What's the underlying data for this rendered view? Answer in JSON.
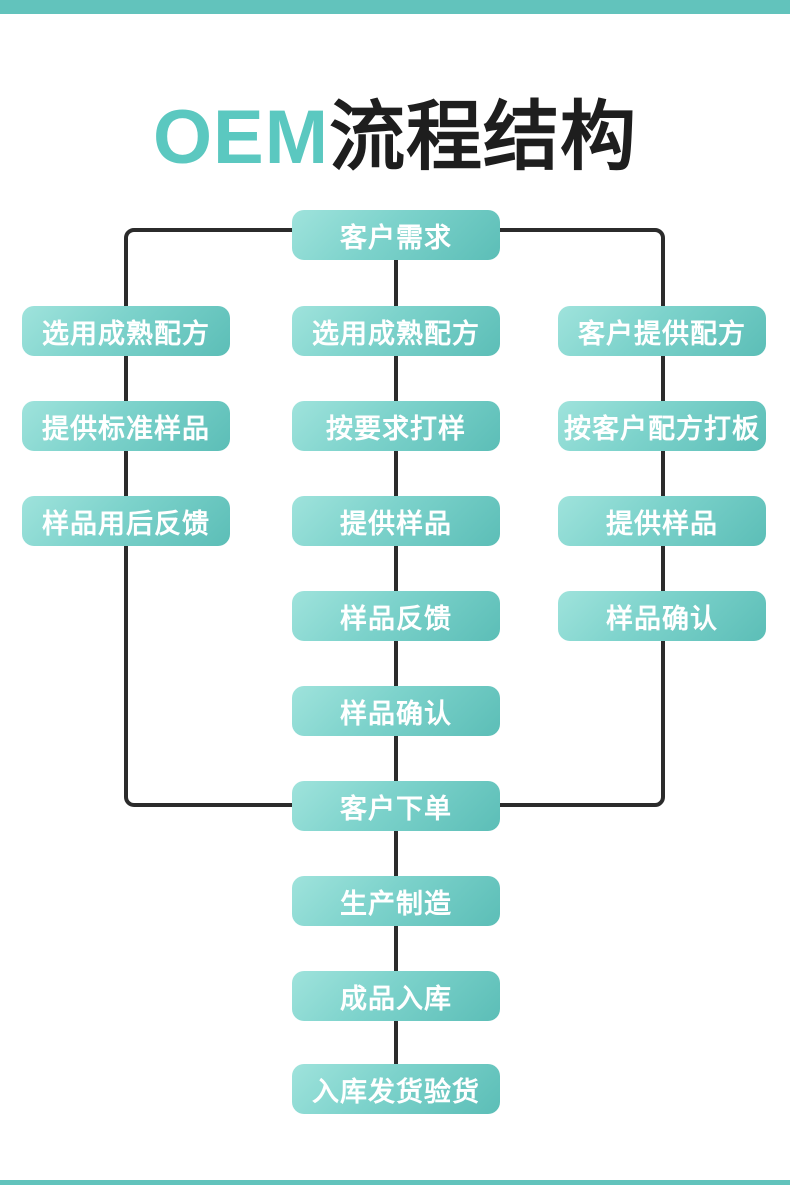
{
  "title": {
    "accent": "OEM",
    "rest": "流程结构"
  },
  "colors": {
    "accent_bar": "#62c3bc",
    "title_accent": "#5bc8c0",
    "title_text": "#1e1e1e",
    "box_gradient_start": "#9fe3dc",
    "box_gradient_end": "#5cbeb7",
    "box_text": "#ffffff",
    "line": "#2b2b2b"
  },
  "flowchart": {
    "start": "客户需求",
    "columns": [
      {
        "name": "left",
        "steps": [
          "选用成熟配方",
          "提供标准样品",
          "样品用后反馈"
        ]
      },
      {
        "name": "middle",
        "steps": [
          "选用成熟配方",
          "按要求打样",
          "提供样品",
          "样品反馈",
          "样品确认"
        ]
      },
      {
        "name": "right",
        "steps": [
          "客户提供配方",
          "按客户配方打板",
          "提供样品",
          "样品确认"
        ]
      }
    ],
    "merge": "客户下单",
    "tail": [
      "生产制造",
      "成品入库",
      "入库发货验货"
    ]
  }
}
